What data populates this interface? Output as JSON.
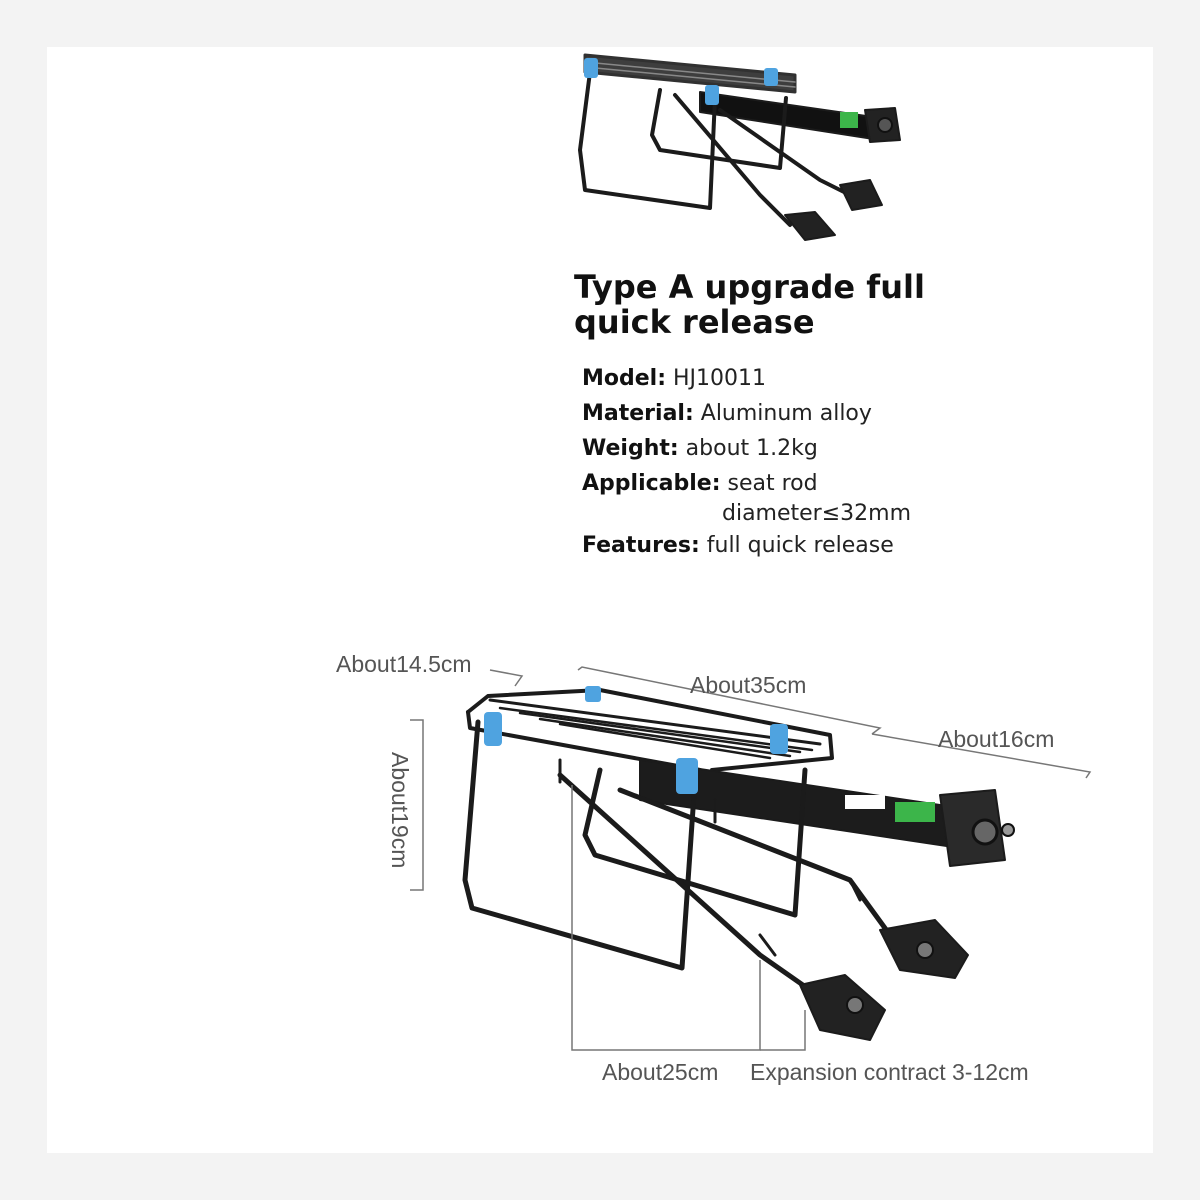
{
  "product": {
    "title": "Type A upgrade full quick release",
    "specs": [
      {
        "label": "Model:",
        "value": "HJ10011"
      },
      {
        "label": "Material:",
        "value": "Aluminum alloy"
      },
      {
        "label": "Weight:",
        "value": "about 1.2kg"
      },
      {
        "label": "Applicable:",
        "value": "seat rod",
        "continuation": "diameter≤32mm"
      },
      {
        "label": "Features:",
        "value": "full quick release"
      }
    ]
  },
  "dimensions": {
    "width": "About14.5cm",
    "length": "About35cm",
    "extension": "About16cm",
    "height": "About19cm",
    "depth": "About25cm",
    "expansion": "Expansion contract 3-12cm"
  },
  "colors": {
    "frame": "#1b1b1b",
    "clip_blue": "#4fa3e0",
    "label_green": "#3cb54a",
    "dimension_line": "#777777"
  }
}
